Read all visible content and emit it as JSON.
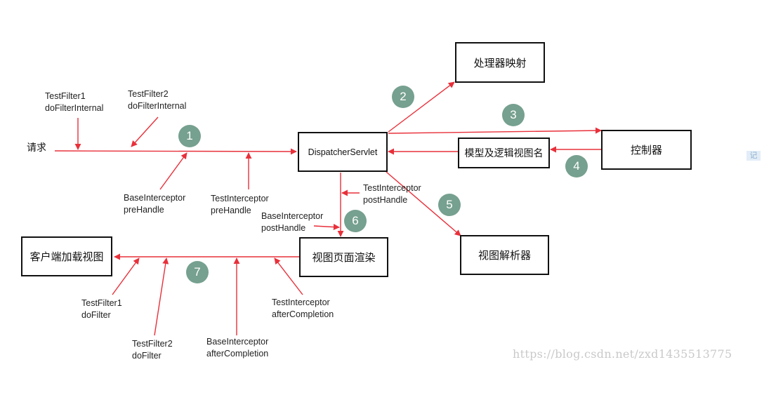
{
  "nodes": {
    "request": "请求",
    "dispatcher": "DispatcherServlet",
    "handler_mapping": "处理器映射",
    "controller": "控制器",
    "model_view_name": "模型及逻辑视图名",
    "view_resolver": "视图解析器",
    "view_render": "视图页面渲染",
    "client_view": "客户端加载视图"
  },
  "steps": [
    "1",
    "2",
    "3",
    "4",
    "5",
    "6",
    "7"
  ],
  "labels": {
    "test_filter1_internal": [
      "TestFilter1",
      "doFilterInternal"
    ],
    "test_filter2_internal": [
      "TestFilter2",
      "doFilterInternal"
    ],
    "base_pre": [
      "BaseInterceptor",
      "preHandle"
    ],
    "test_pre": [
      "TestInterceptor",
      "preHandle"
    ],
    "test_post": [
      "TestInterceptor",
      "postHandle"
    ],
    "base_post": [
      "BaseInterceptor",
      "postHandle"
    ],
    "test_filter1": [
      "TestFilter1",
      "doFilter"
    ],
    "test_filter2": [
      "TestFilter2",
      "doFilter"
    ],
    "base_after": [
      "BaseInterceptor",
      "afterCompletion"
    ],
    "test_after": [
      "TestInterceptor",
      "afterCompletion"
    ]
  },
  "side_icon": "记",
  "watermark": "https://blog.csdn.net/zxd1435513775",
  "colors": {
    "arrow": "#e8303a",
    "step_circle": "#76a08f",
    "box_border": "#111111"
  }
}
